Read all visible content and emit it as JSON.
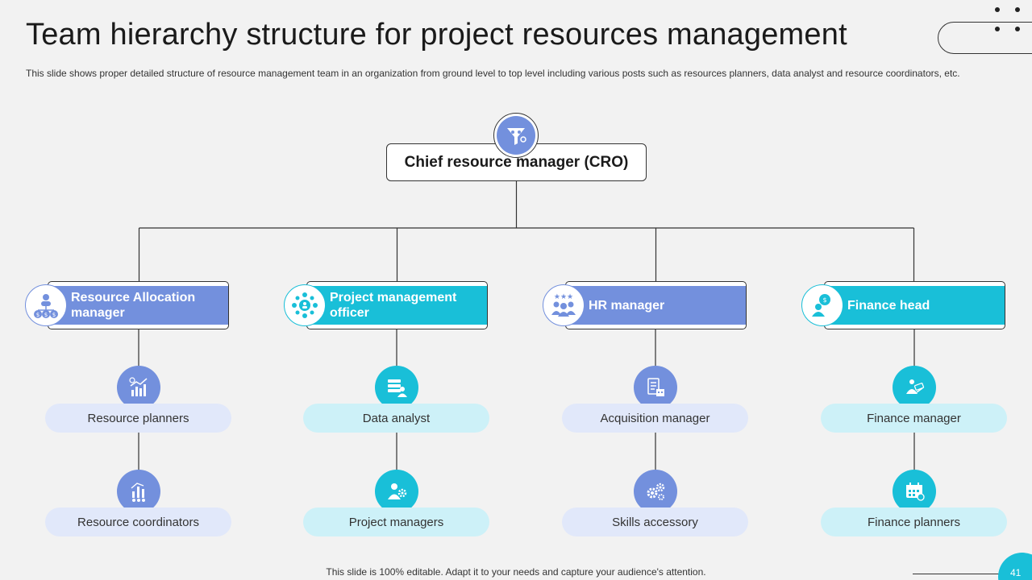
{
  "slide": {
    "title": "Team hierarchy structure for project resources management",
    "subtitle": "This slide shows proper detailed structure of resource management team in an organization from ground level to top level including various posts such as resources planners, data analyst and resource coordinators, etc.",
    "footer": "This slide is 100% editable. Adapt it to your needs and capture your audience's attention.",
    "page_number": "41"
  },
  "colors": {
    "blue": "#7390dd",
    "cyan": "#19bfd8",
    "blue_light": "#e1e8fa",
    "cyan_light": "#cdf1f8",
    "background": "#f2f2f2",
    "line": "#333333"
  },
  "root": {
    "label": "Chief resource manager (CRO)",
    "icon": "funnel-people-icon"
  },
  "heads": [
    {
      "label": "Resource Allocation manager",
      "icon": "org-chart-money-icon",
      "color": "blue",
      "children": [
        {
          "label": "Resource planners",
          "icon": "growth-chart-icon"
        },
        {
          "label": "Resource coordinators",
          "icon": "stacked-bars-people-icon"
        }
      ]
    },
    {
      "label": "Project management officer",
      "icon": "network-hub-icon",
      "color": "cyan",
      "children": [
        {
          "label": "Data analyst",
          "icon": "server-user-icon"
        },
        {
          "label": "Project managers",
          "icon": "manager-gear-icon"
        }
      ]
    },
    {
      "label": "HR manager",
      "icon": "team-stars-icon",
      "color": "blue",
      "children": [
        {
          "label": "Acquisition manager",
          "icon": "checklist-calendar-icon"
        },
        {
          "label": "Skills accessory",
          "icon": "gears-icon"
        }
      ]
    },
    {
      "label": "Finance head",
      "icon": "money-person-icon",
      "color": "cyan",
      "children": [
        {
          "label": "Finance manager",
          "icon": "handshake-money-icon"
        },
        {
          "label": "Finance planners",
          "icon": "money-calendar-icon"
        }
      ]
    }
  ]
}
